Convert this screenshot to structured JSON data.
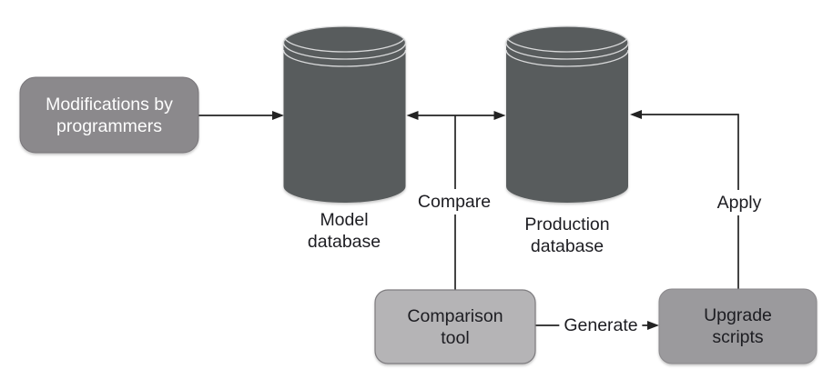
{
  "nodes": {
    "modifications": {
      "label": "Modifications by programmers"
    },
    "model_db": {
      "label": "Model database"
    },
    "production_db": {
      "label": "Production database"
    },
    "comparison_tool": {
      "label": "Comparison tool"
    },
    "upgrade_scripts": {
      "label": "Upgrade scripts"
    }
  },
  "edges": {
    "compare": {
      "label": "Compare"
    },
    "generate": {
      "label": "Generate"
    },
    "apply": {
      "label": "Apply"
    }
  },
  "colors": {
    "background": "#ffffff",
    "cylinder_fill": "#595c5d",
    "cylinder_ring": "#d9dadb",
    "modifications_box_fill": "#8b898c",
    "comparison_box_fill": "#b5b4b6",
    "upgrade_box_fill": "#9b9a9d",
    "line": "#232323",
    "light_text": "#fdfdfd",
    "dark_text": "#1d1d22"
  }
}
